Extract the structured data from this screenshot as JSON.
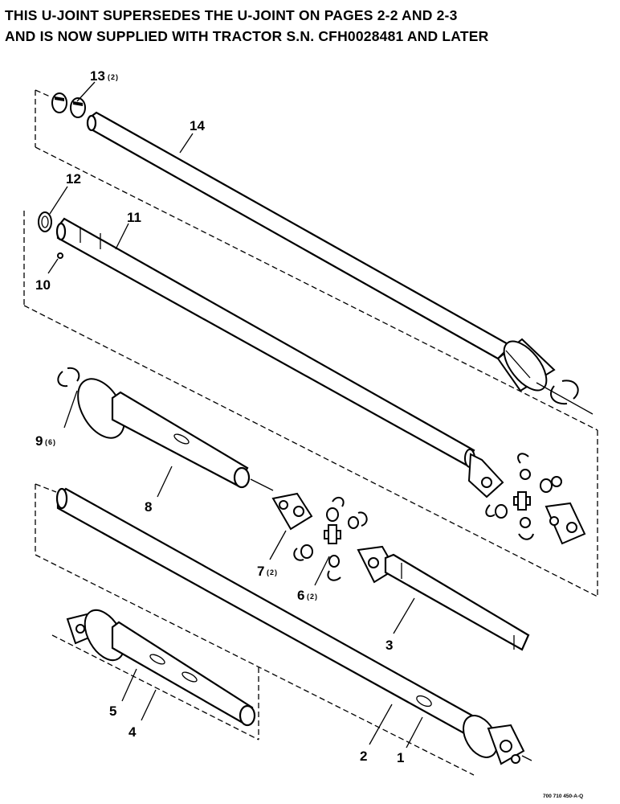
{
  "notice": {
    "line1": "THIS U-JOINT SUPERSEDES THE U-JOINT ON PAGES 2-2 AND 2-3",
    "line2": "AND IS NOW SUPPLIED WITH TRACTOR S.N. CFH0028481 AND LATER"
  },
  "callouts": {
    "c1": "1",
    "c2": "2",
    "c3": "3",
    "c4": "4",
    "c5": "5",
    "c6": "6",
    "c6_qty": "(2)",
    "c7": "7",
    "c7_qty": "(2)",
    "c8": "8",
    "c9": "9",
    "c9_qty": "(6)",
    "c10": "10",
    "c11": "11",
    "c12": "12",
    "c13": "13",
    "c13_qty": "(2)",
    "c14": "14"
  },
  "drawing_number": "700 710 450-A-Q"
}
